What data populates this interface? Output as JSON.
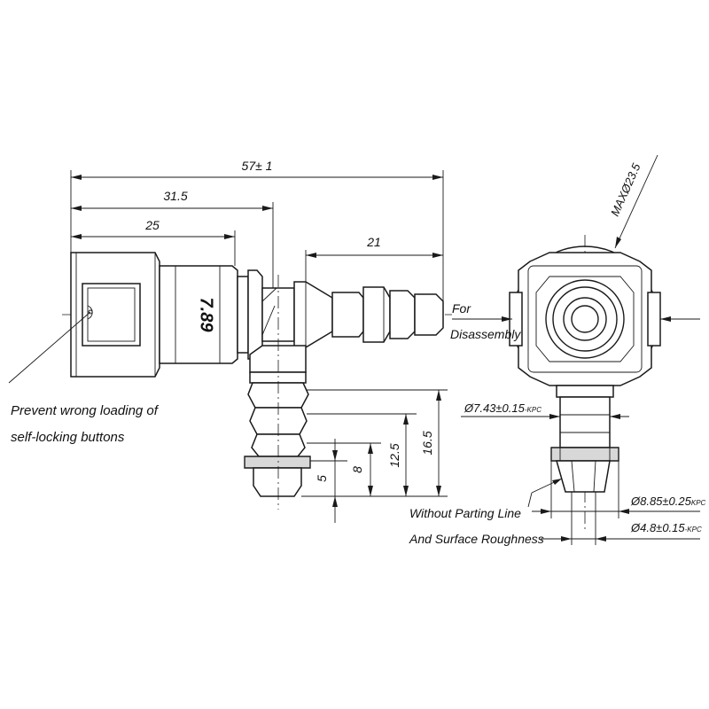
{
  "dimensions": {
    "overall_length": "57± 1",
    "to_branch_center": "31.5",
    "nut_length": "25",
    "barb_length": "21",
    "envelope_diameter": "MAXØ23.5",
    "branch_height": "16.5",
    "branch_mid": "12.5",
    "branch_small": "8",
    "branch_tip": "5",
    "dia_outer_prefix": "Ø7.43±0.15",
    "dia_flange_prefix": "Ø8.85±0.25",
    "dia_bore_prefix": "Ø4.8±0.15",
    "suffix_kpc": "-KPC",
    "suffix_kpc_2": "KPC",
    "suffix_kpc_3": "-KPC"
  },
  "part_marking": "7.89",
  "notes": {
    "disassembly_line1": "For",
    "disassembly_line2": "Disassembly",
    "prevent_line1": "Prevent wrong loading of",
    "prevent_line2": "self-locking buttons",
    "parting_line1": "Without Parting Line",
    "parting_line2": "And Surface Roughness"
  }
}
